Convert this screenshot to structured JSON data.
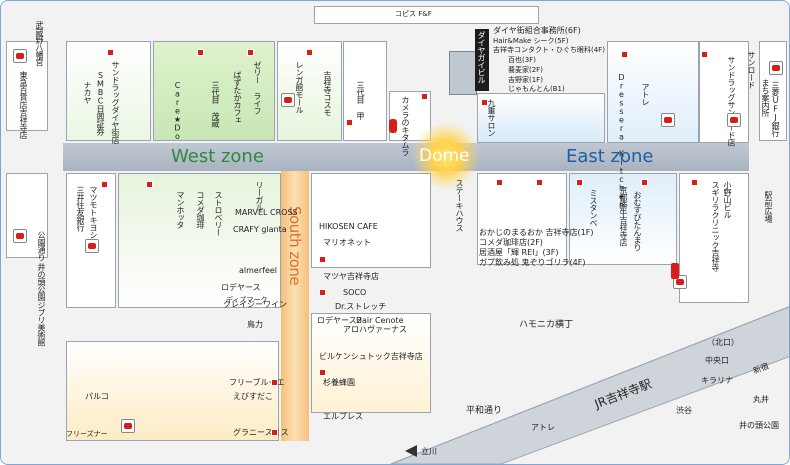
{
  "zones": {
    "west": "West zone",
    "east": "East zone",
    "south": "South zone",
    "dome": "Dome"
  },
  "landmarks": {
    "daiyagai": "ダイヤガイビル",
    "sunroad": "サンロード",
    "copies": "コピス F&F",
    "harmonica": "ハモニカ横丁",
    "jr_station": "JR吉祥寺駅",
    "heiwa": "平和通り",
    "atre": "アトレ",
    "north_exit": "（北口）",
    "chuo": "中央口",
    "shibuya": "渋谷",
    "kirarina": "キラリナ",
    "marui": "丸井",
    "inokashira": "井の頭公園",
    "shinjuku": "新宿",
    "tachikawa": "立川",
    "ekimae": "駅前広場",
    "musashino": "武蔵野八幡宮",
    "koen_dori": "公園通り",
    "jibli": "ジブリ美術館",
    "inokashira_park": "井の頭公園"
  },
  "west_shops": [
    "サンドラッグダイヤ街店",
    "SMBC日興証券",
    "ナカヤ",
    "Care★Do",
    "三代目 茂蔵",
    "ばずたかカフェ",
    "ゼリー ライフ",
    "レンガ館モール",
    "吉祥寺コスモ",
    "三代目 甲",
    "カメラのキタムラ",
    "三井住友銀行",
    "マツモトキヨシ",
    "リーガル",
    "MARVEL CROSS",
    "CRAFY glanta",
    "HIKOSEN CAFE",
    "マリオネット",
    "ロデヤース",
    "マツヤ吉祥寺店",
    "SOCO",
    "Dr.ストレッチ",
    "Hair Cenote",
    "アロハヴァーナス",
    "ロデヤース2",
    "クレイジーワイン",
    "鳥力",
    "フリーブルーエ",
    "えびすだこ",
    "グラニースミス",
    "ビルケンシュトック吉祥寺店",
    "杉養蜂園",
    "エルブレス",
    "パルコ",
    "フリーズナー",
    "almerfeel",
    "マンホッタ",
    "コメダ珈琲",
    "ストロベリー",
    "ディズマーク",
    "東急百貨店吉祥寺店"
  ],
  "east_shops": [
    "ダイヤ街組合事務所(6F)",
    "Hair&Make シーク(5F)",
    "吉祥寺コンタクト・ひぐち眼科(4F)",
    "百也(3F)",
    "蕎麦家(2F)",
    "吉野家(1F)",
    "じゃもんとん(B1)",
    "九重サロン",
    "Dressera Kitchen",
    "三菱UFJ銀行",
    "アトレ",
    "おかじのまるおか 吉祥寺店(1F)",
    "コメダ珈琲店(2F)",
    "居酒屋「輝 REI」(3F)",
    "ガブ飲み処 鬼ぞりゴリラ(4F)",
    "ステーキハウス",
    "ミスタンベ",
    "京都勝牛吉祥寺店",
    "おむすびたんまり",
    "スギリラクリニック吉祥寺",
    "小野山ビル",
    "まち案内所",
    "サンドラッグサンロード店"
  ]
}
